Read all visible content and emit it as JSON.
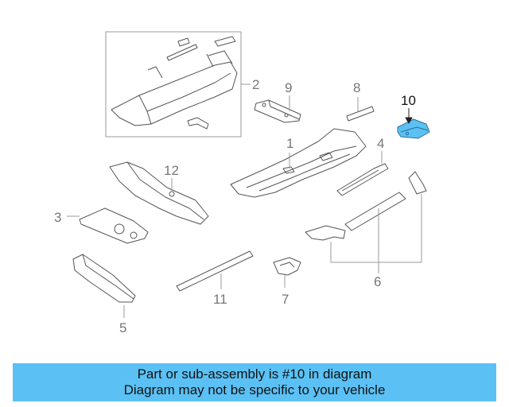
{
  "diagram": {
    "callouts": {
      "c1": "1",
      "c2": "2",
      "c3": "3",
      "c4": "4",
      "c5": "5",
      "c6": "6",
      "c7": "7",
      "c8": "8",
      "c9": "9",
      "c10": "10",
      "c11": "11",
      "c12": "12"
    },
    "highlighted_part": "10",
    "highlight_color": "#5bc1f5",
    "line_color": "#888888"
  },
  "footer": {
    "line1": "Part or sub-assembly is #10 in diagram",
    "line2": "Diagram may not be specific to your vehicle",
    "background": "#5bc1f5"
  }
}
